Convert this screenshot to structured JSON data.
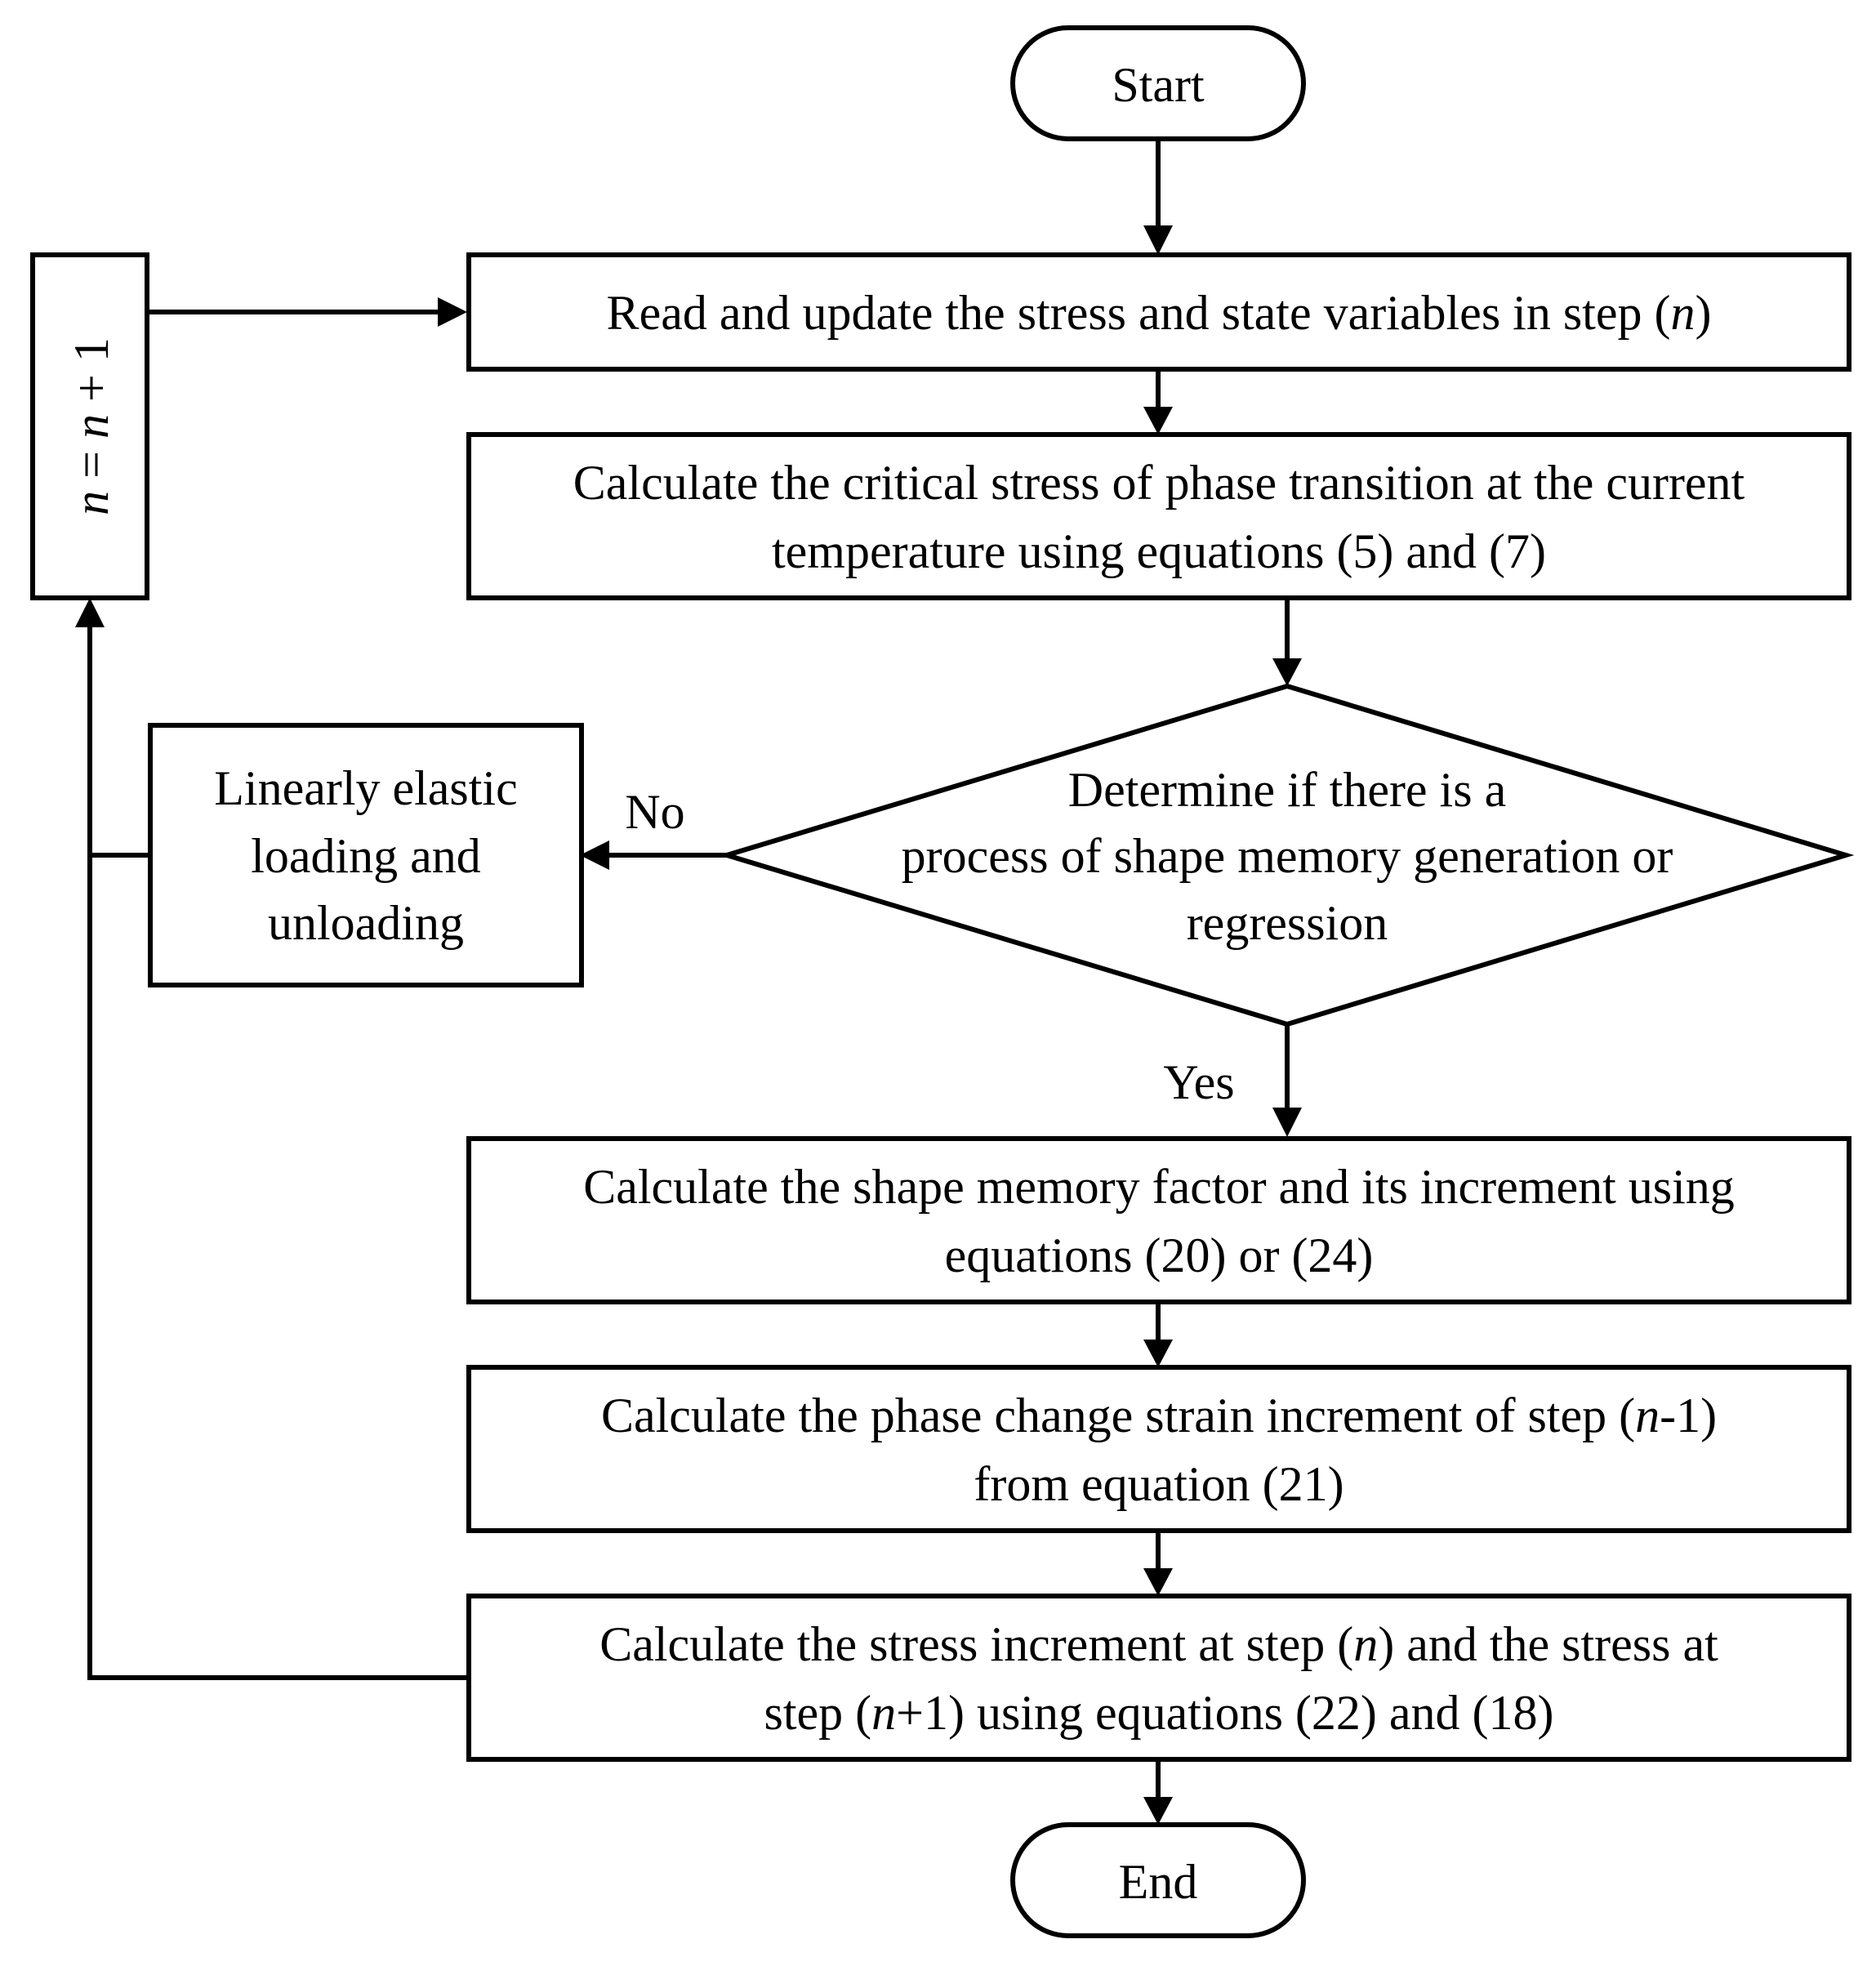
{
  "flowchart": {
    "start": {
      "label": "Start"
    },
    "end": {
      "label": "End"
    },
    "counter": {
      "var": "n",
      "eq": " = ",
      "var2": "n",
      "plus": " + 1"
    },
    "step_read": {
      "t1": "Read and update the stress and state variables in step (",
      "v1": "n",
      "t2": ")"
    },
    "step_critical": {
      "line1": "Calculate the critical stress of phase transition at the current",
      "line2": "temperature using equations (5) and (7)"
    },
    "decision": {
      "line1": "Determine if there is a",
      "line2": "process of shape memory generation or",
      "line3": "regression"
    },
    "elastic": {
      "line1": "Linearly elastic",
      "line2": "loading and",
      "line3": "unloading"
    },
    "label_no": "No",
    "label_yes": "Yes",
    "step_factor": {
      "line1": "Calculate the shape memory  factor and its increment using",
      "line2": "equations (20) or (24)"
    },
    "step_strain": {
      "l1a": "Calculate the phase change strain increment of step (",
      "l1v": "n",
      "l1b": "-1)",
      "line2": "from equation (21)"
    },
    "step_stress": {
      "l1a": "Calculate the stress increment at step (",
      "l1v": "n",
      "l1b": ") and the stress at",
      "l2a": "step (",
      "l2v": "n",
      "l2b": "+1) using equations (22) and (18)"
    }
  }
}
